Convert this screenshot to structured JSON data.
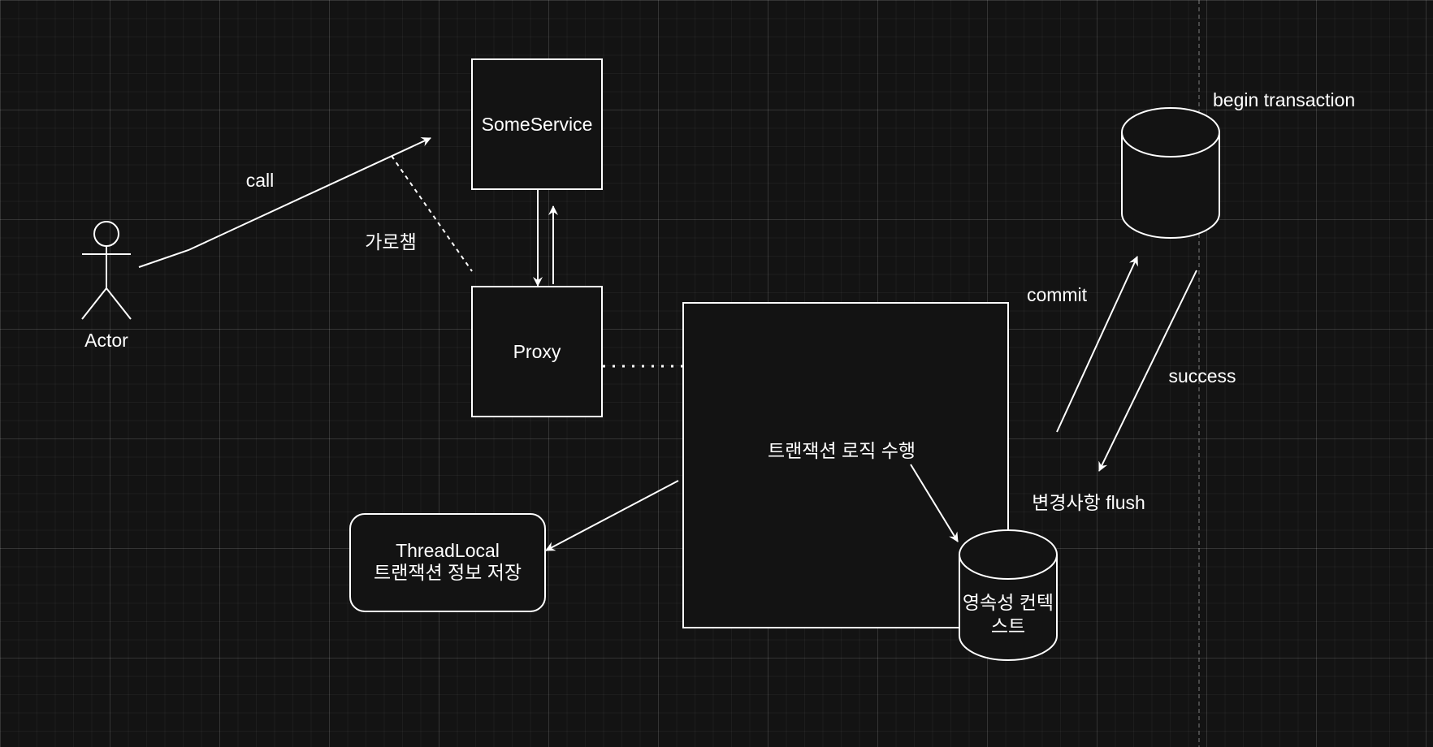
{
  "diagram": {
    "nodes": {
      "actor": "Actor",
      "some_service": "SomeService",
      "proxy": "Proxy",
      "transaction_logic": "트랜잭션 로직 수행",
      "thread_local": [
        "ThreadLocal",
        "트랜잭션 정보 저장"
      ],
      "persistence_context": [
        "영속성 컨텍",
        "스트"
      ],
      "database_label": "begin transaction"
    },
    "edges": {
      "call": "call",
      "intercept": "가로챔",
      "commit": "commit",
      "success": "success",
      "flush": "변경사항 flush"
    }
  },
  "colors": {
    "background": "#131313",
    "stroke": "#ffffff",
    "text": "#ffffff"
  }
}
